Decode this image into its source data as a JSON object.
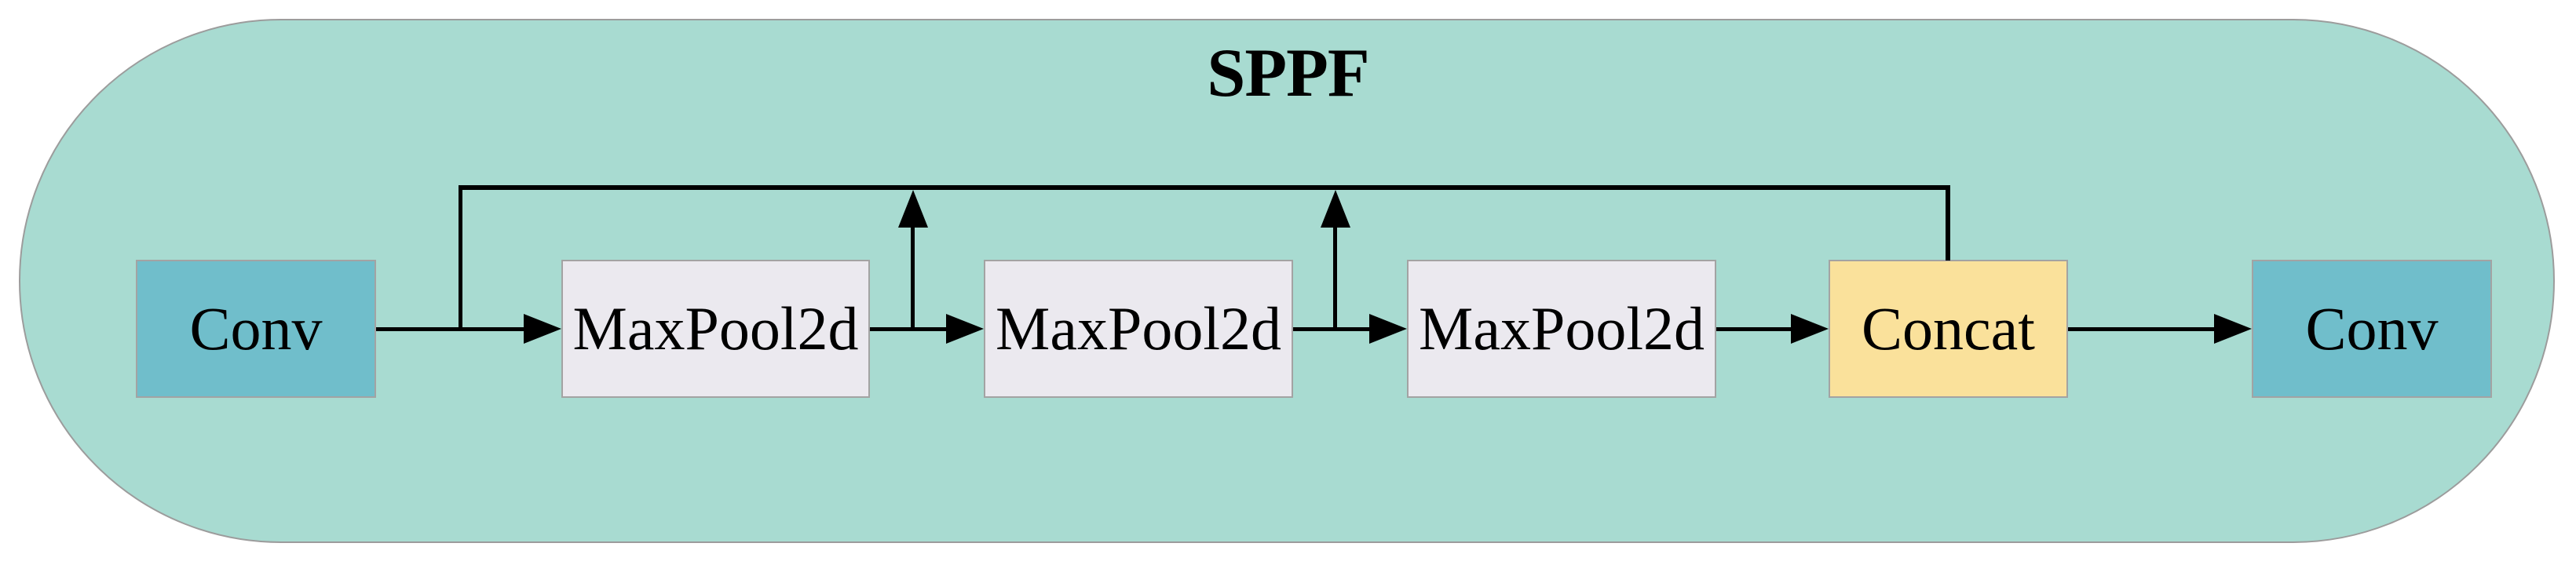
{
  "diagram": {
    "title": "SPPF",
    "nodes": [
      {
        "id": "conv-in",
        "label": "Conv",
        "type": "conv"
      },
      {
        "id": "maxpool-1",
        "label": "MaxPool2d",
        "type": "maxpool"
      },
      {
        "id": "maxpool-2",
        "label": "MaxPool2d",
        "type": "maxpool"
      },
      {
        "id": "maxpool-3",
        "label": "MaxPool2d",
        "type": "maxpool"
      },
      {
        "id": "concat",
        "label": "Concat",
        "type": "concat"
      },
      {
        "id": "conv-out",
        "label": "Conv",
        "type": "conv"
      }
    ],
    "edges": [
      {
        "from": "conv-in",
        "to": "maxpool-1",
        "via": "direct"
      },
      {
        "from": "maxpool-1",
        "to": "maxpool-2",
        "via": "direct"
      },
      {
        "from": "maxpool-2",
        "to": "maxpool-3",
        "via": "direct"
      },
      {
        "from": "maxpool-3",
        "to": "concat",
        "via": "direct"
      },
      {
        "from": "conv-in",
        "to": "concat",
        "via": "skip-top"
      },
      {
        "from": "maxpool-1",
        "to": "concat",
        "via": "skip-top"
      },
      {
        "from": "maxpool-2",
        "to": "concat",
        "via": "skip-top"
      },
      {
        "from": "concat",
        "to": "conv-out",
        "via": "direct"
      }
    ],
    "colors": {
      "canvas_bg": "#ffffff",
      "module_bg": "#a8dbd1",
      "module_border": "#9c9c9c",
      "conv_fill": "#70becb",
      "maxpool_fill": "#ebe9ef",
      "concat_fill": "#fae19b",
      "node_border": "#a3a3a3",
      "connector": "#000000",
      "text": "#000000"
    }
  }
}
